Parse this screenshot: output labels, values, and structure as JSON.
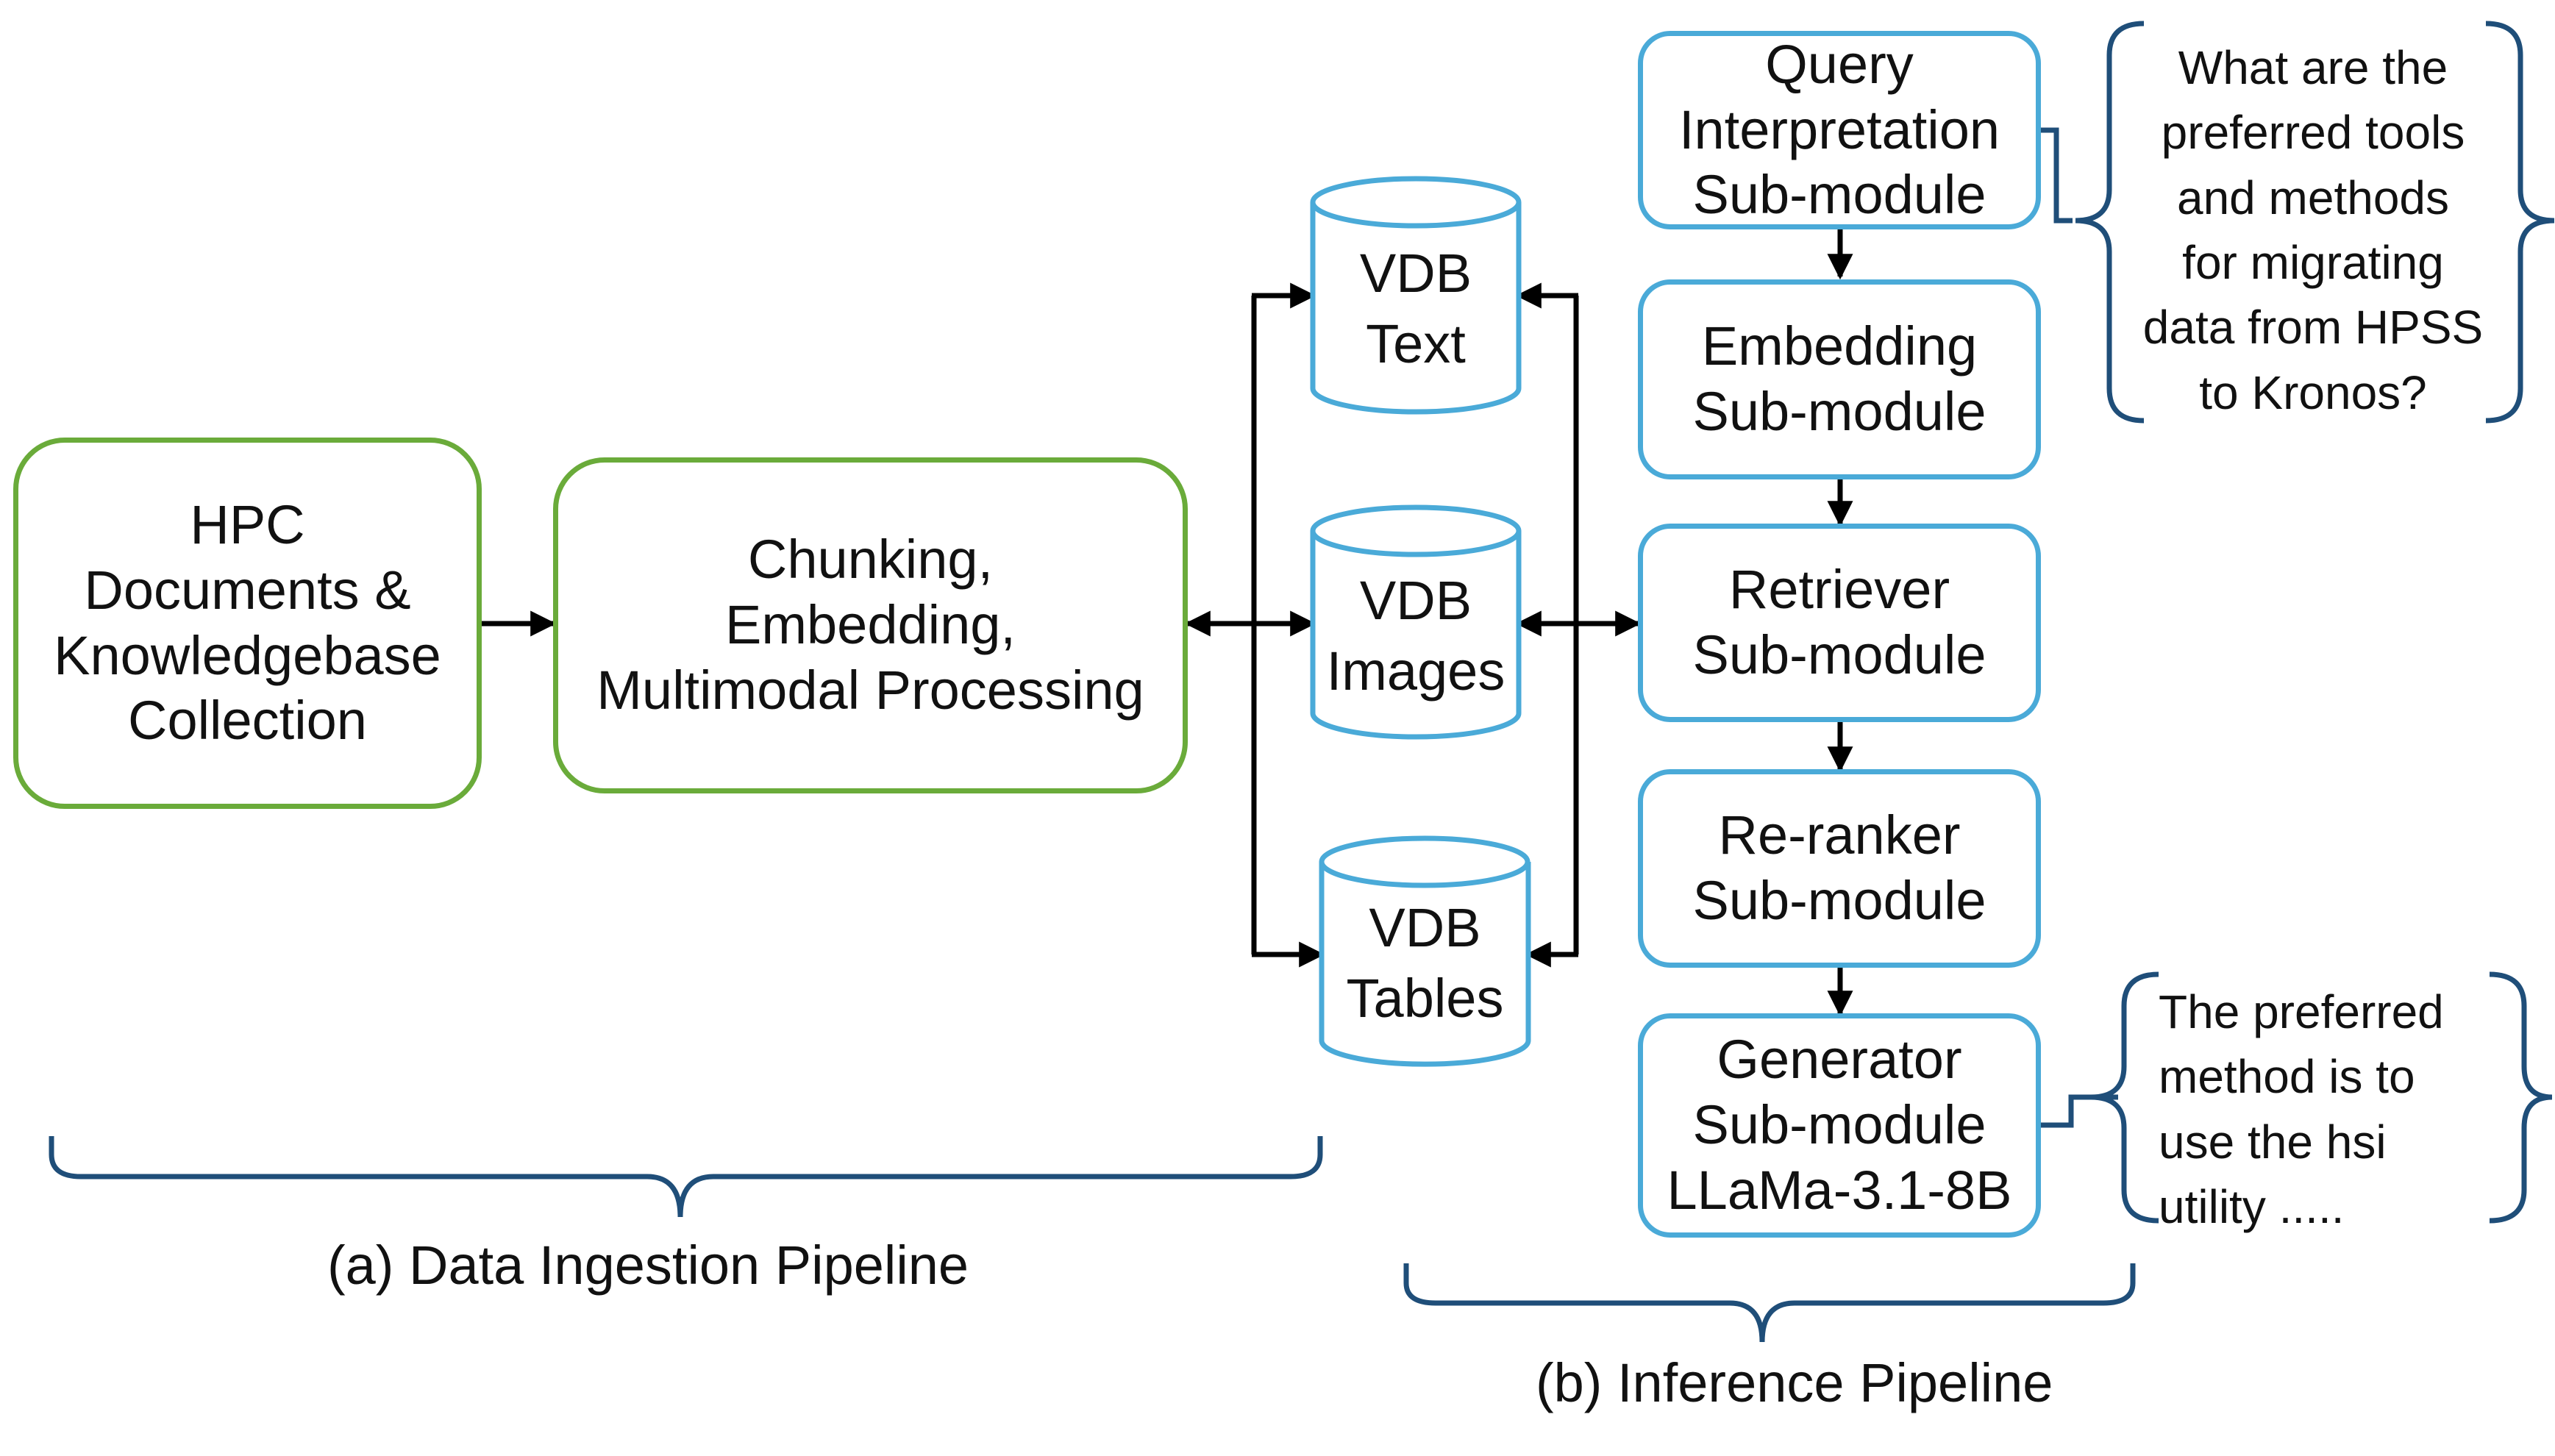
{
  "ingestion": {
    "source_box": [
      "HPC",
      "Documents &",
      "Knowledgebase",
      "Collection"
    ],
    "process_box": [
      "Chunking,",
      "Embedding,",
      "Multimodal Processing"
    ],
    "caption": "(a) Data Ingestion Pipeline"
  },
  "stores": [
    {
      "line1": "VDB",
      "line2": "Text"
    },
    {
      "line1": "VDB",
      "line2": "Images"
    },
    {
      "line1": "VDB",
      "line2": "Tables"
    }
  ],
  "inference": {
    "modules": [
      [
        "Query",
        "Interpretation",
        "Sub-module"
      ],
      [
        "Embedding",
        "Sub-module"
      ],
      [
        "Retriever",
        "Sub-module"
      ],
      [
        "Re-ranker",
        "Sub-module"
      ],
      [
        "Generator",
        "Sub-module",
        "LLaMa-3.1-8B"
      ]
    ],
    "query_text": [
      "What are the",
      "preferred tools",
      "and methods",
      "for migrating",
      "data from HPSS",
      "to Kronos?"
    ],
    "answer_text": [
      "The preferred",
      "method is to",
      "use the hsi",
      "utility ....."
    ],
    "caption": "(b) Inference Pipeline"
  },
  "colors": {
    "green": "#6aab3a",
    "blue": "#4aaad8",
    "bracket": "#1f4e79",
    "arrow": "#000000"
  }
}
